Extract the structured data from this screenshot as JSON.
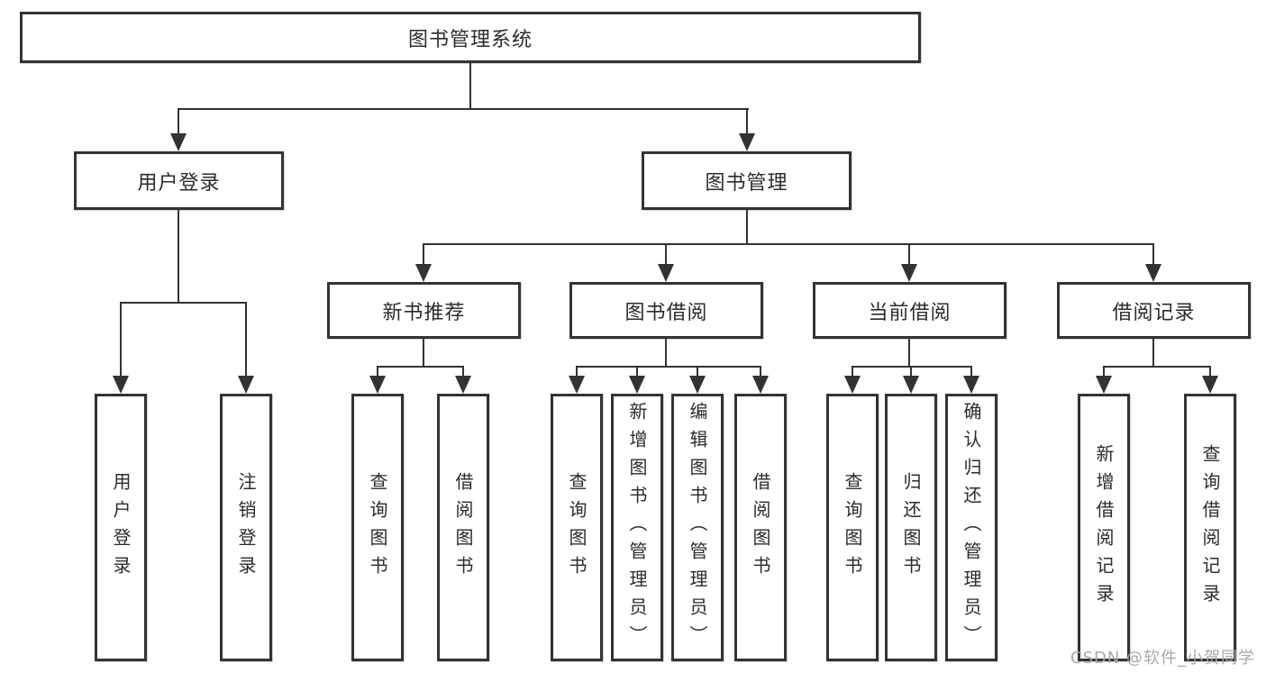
{
  "diagram": {
    "root": {
      "label": "图书管理系统"
    },
    "branches": [
      {
        "label": "用户登录",
        "leaves": [
          "用户登录",
          "注销登录"
        ]
      },
      {
        "label": "图书管理",
        "groups": [
          {
            "label": "新书推荐",
            "leaves": [
              "查询图书",
              "借阅图书"
            ]
          },
          {
            "label": "图书借阅",
            "leaves": [
              "查询图书",
              "新增图书（管理员）",
              "编辑图书（管理员）",
              "借阅图书"
            ]
          },
          {
            "label": "当前借阅",
            "leaves": [
              "查询图书",
              "归还图书",
              "确认归还（管理员）"
            ]
          },
          {
            "label": "借阅记录",
            "leaves": [
              "新增借阅记录",
              "查询借阅记录"
            ]
          }
        ]
      }
    ],
    "colors": {
      "line": "#333333",
      "box_border": "#333333",
      "text": "#2b2b2b",
      "background": "#ffffff",
      "watermark": "#a9a9a9"
    }
  },
  "watermark": {
    "text": "CSDN @软件_小贺同学"
  }
}
